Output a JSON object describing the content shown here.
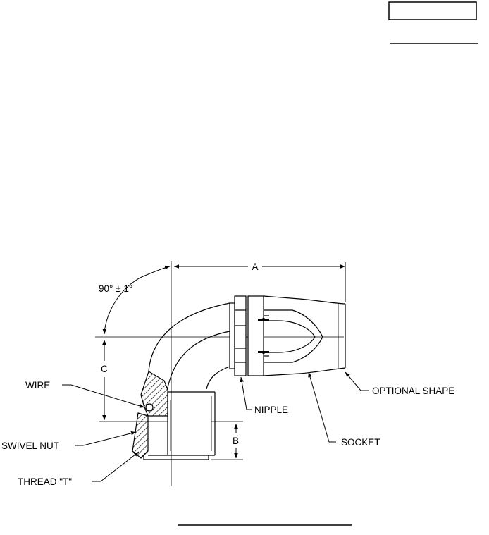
{
  "labels": {
    "angle": "90° ± 1°",
    "dim_a": "A",
    "dim_b": "B",
    "dim_c": "C",
    "wire": "WIRE",
    "swivel_nut": "SWIVEL NUT",
    "thread": "THREAD \"T\"",
    "nipple": "NIPPLE",
    "socket": "SOCKET",
    "optional_shape": "OPTIONAL SHAPE"
  },
  "colors": {
    "ink": "#000000",
    "paper": "#ffffff"
  }
}
